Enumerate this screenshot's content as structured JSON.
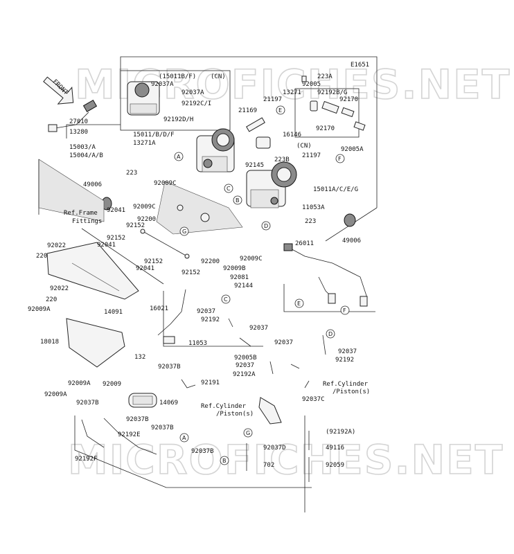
{
  "diagram": {
    "code": "E1651",
    "front_label": "FRONT",
    "watermark": "MICROFICHES.NET",
    "labels": [
      {
        "id": "l01",
        "text": "(15011B/F)"
      },
      {
        "id": "l02",
        "text": "(CN)"
      },
      {
        "id": "l03",
        "text": "92037A"
      },
      {
        "id": "l04",
        "text": "92037A"
      },
      {
        "id": "l05",
        "text": "92192C/I"
      },
      {
        "id": "l06",
        "text": "92192D/H"
      },
      {
        "id": "l07",
        "text": "15011/B/D/F"
      },
      {
        "id": "l08",
        "text": "13271A"
      },
      {
        "id": "l09",
        "text": "223"
      },
      {
        "id": "l10",
        "text": "27010"
      },
      {
        "id": "l11",
        "text": "13280"
      },
      {
        "id": "l12",
        "text": "15003/A"
      },
      {
        "id": "l13",
        "text": "15004/A/B"
      },
      {
        "id": "l14",
        "text": "49006"
      },
      {
        "id": "l15",
        "text": "Ref.Frame"
      },
      {
        "id": "l16",
        "text": "Fittings"
      },
      {
        "id": "l17",
        "text": "223A"
      },
      {
        "id": "l18",
        "text": "92005"
      },
      {
        "id": "l19",
        "text": "13271"
      },
      {
        "id": "l20",
        "text": "92192B/G"
      },
      {
        "id": "l21",
        "text": "92170"
      },
      {
        "id": "l22",
        "text": "21197"
      },
      {
        "id": "l23",
        "text": "21169"
      },
      {
        "id": "l24",
        "text": "92170"
      },
      {
        "id": "l25",
        "text": "16146"
      },
      {
        "id": "l26",
        "text": "(CN)"
      },
      {
        "id": "l27",
        "text": "223B"
      },
      {
        "id": "l28",
        "text": "92145"
      },
      {
        "id": "l29",
        "text": "92005A"
      },
      {
        "id": "l30",
        "text": "21197"
      },
      {
        "id": "l31",
        "text": "15011A/C/E/G"
      },
      {
        "id": "l32",
        "text": "11053A"
      },
      {
        "id": "l33",
        "text": "223"
      },
      {
        "id": "l34",
        "text": "49006"
      },
      {
        "id": "l35",
        "text": "92009C"
      },
      {
        "id": "l36",
        "text": "92009C"
      },
      {
        "id": "l37",
        "text": "92200"
      },
      {
        "id": "l38",
        "text": "92041"
      },
      {
        "id": "l39",
        "text": "92152"
      },
      {
        "id": "l40",
        "text": "92152"
      },
      {
        "id": "l41",
        "text": "92041"
      },
      {
        "id": "l42",
        "text": "92152"
      },
      {
        "id": "l43",
        "text": "92041"
      },
      {
        "id": "l44",
        "text": "92200"
      },
      {
        "id": "l45",
        "text": "92152"
      },
      {
        "id": "l46",
        "text": "92009C"
      },
      {
        "id": "l47",
        "text": "92009B"
      },
      {
        "id": "l48",
        "text": "92081"
      },
      {
        "id": "l49",
        "text": "92144"
      },
      {
        "id": "l50",
        "text": "26011"
      },
      {
        "id": "l51",
        "text": "92022"
      },
      {
        "id": "l52",
        "text": "220"
      },
      {
        "id": "l53",
        "text": "92022"
      },
      {
        "id": "l54",
        "text": "220"
      },
      {
        "id": "l55",
        "text": "14091"
      },
      {
        "id": "l56",
        "text": "92009A"
      },
      {
        "id": "l57",
        "text": "18018"
      },
      {
        "id": "l58",
        "text": "16021"
      },
      {
        "id": "l59",
        "text": "11053"
      },
      {
        "id": "l60",
        "text": "132"
      },
      {
        "id": "l61",
        "text": "92037B"
      },
      {
        "id": "l62",
        "text": "92009A"
      },
      {
        "id": "l63",
        "text": "92009A"
      },
      {
        "id": "l64",
        "text": "92009"
      },
      {
        "id": "l65",
        "text": "92191"
      },
      {
        "id": "l66",
        "text": "14069"
      },
      {
        "id": "l67",
        "text": "92037B"
      },
      {
        "id": "l68",
        "text": "92037B"
      },
      {
        "id": "l69",
        "text": "92192E"
      },
      {
        "id": "l70",
        "text": "92037B"
      },
      {
        "id": "l71",
        "text": "92192F"
      },
      {
        "id": "l72",
        "text": "92037B"
      },
      {
        "id": "l73",
        "text": "92037"
      },
      {
        "id": "l74",
        "text": "92192"
      },
      {
        "id": "l75",
        "text": "92037"
      },
      {
        "id": "l76",
        "text": "92037"
      },
      {
        "id": "l77",
        "text": "92005B"
      },
      {
        "id": "l78",
        "text": "92037"
      },
      {
        "id": "l79",
        "text": "92192A"
      },
      {
        "id": "l80",
        "text": "92037"
      },
      {
        "id": "l81",
        "text": "92192"
      },
      {
        "id": "l82",
        "text": "Ref.Cylinder"
      },
      {
        "id": "l83",
        "text": "/Piston(s)"
      },
      {
        "id": "l84",
        "text": "92037C"
      },
      {
        "id": "l85",
        "text": "Ref.Cylinder"
      },
      {
        "id": "l86",
        "text": "/Piston(s)"
      },
      {
        "id": "l87",
        "text": "(92192A)"
      },
      {
        "id": "l88",
        "text": "92037D"
      },
      {
        "id": "l89",
        "text": "49116"
      },
      {
        "id": "l90",
        "text": "702"
      },
      {
        "id": "l91",
        "text": "92059"
      }
    ],
    "callouts": [
      {
        "id": "c01",
        "letter": "E"
      },
      {
        "id": "c02",
        "letter": "A"
      },
      {
        "id": "c03",
        "letter": "C"
      },
      {
        "id": "c04",
        "letter": "B"
      },
      {
        "id": "c05",
        "letter": "D"
      },
      {
        "id": "c06",
        "letter": "F"
      },
      {
        "id": "c07",
        "letter": "G"
      },
      {
        "id": "c08",
        "letter": "E"
      },
      {
        "id": "c09",
        "letter": "F"
      },
      {
        "id": "c10",
        "letter": "C"
      },
      {
        "id": "c11",
        "letter": "D"
      },
      {
        "id": "c12",
        "letter": "A"
      },
      {
        "id": "c13",
        "letter": "B"
      },
      {
        "id": "c14",
        "letter": "G"
      }
    ]
  }
}
